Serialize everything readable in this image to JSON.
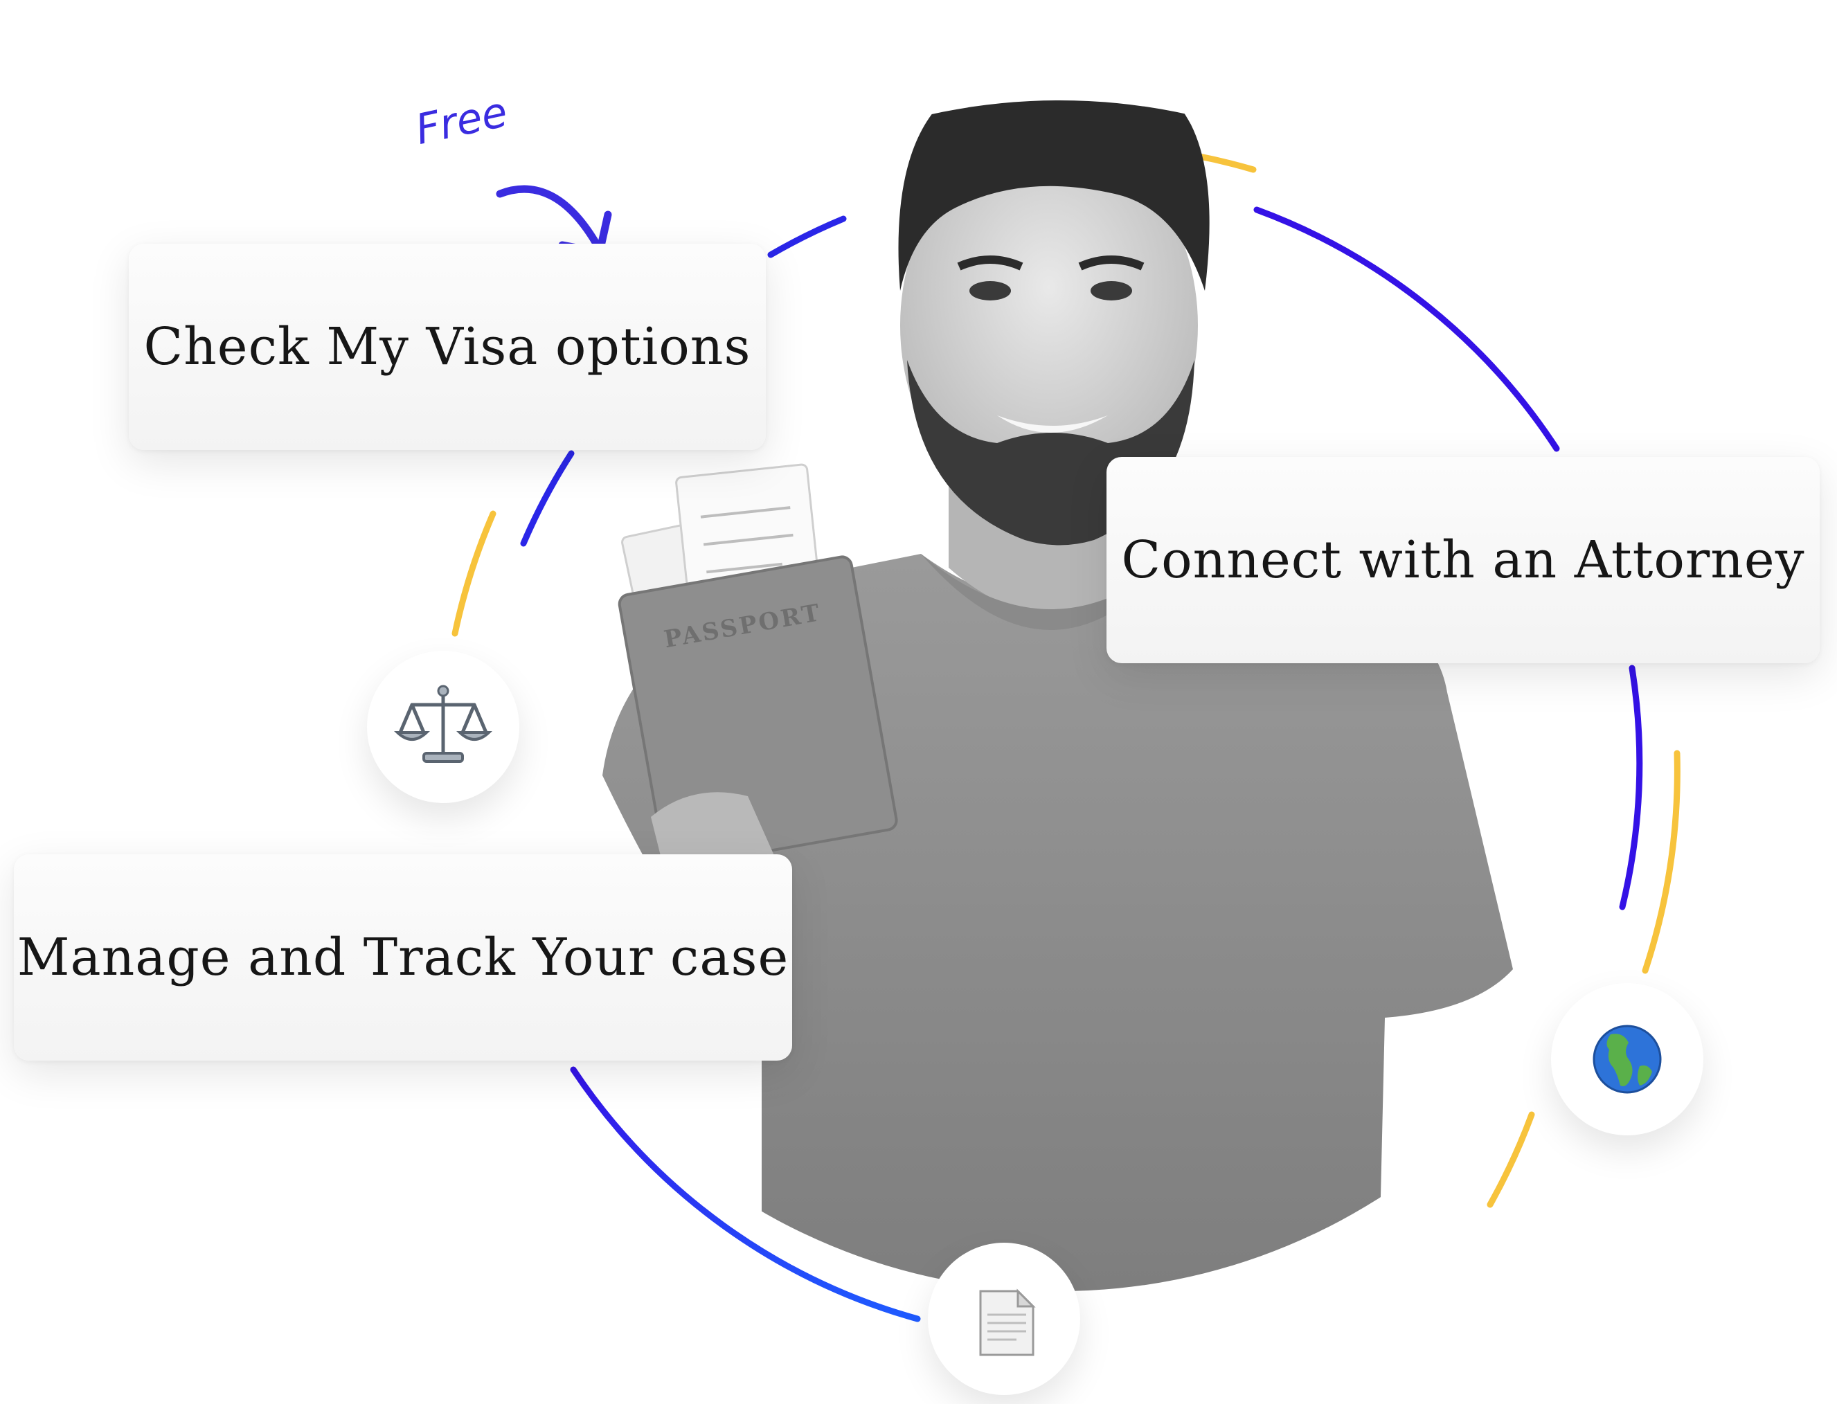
{
  "annotation": {
    "free_label": "Free"
  },
  "cards": {
    "visa": "Check My Visa options",
    "attorney": "Connect with an Attorney",
    "manage": "Manage and Track Your case"
  },
  "passport_label": "PASSPORT",
  "icons": {
    "scales": "balance-scale-icon",
    "globe": "globe-americas-icon",
    "document": "document-icon"
  },
  "colors": {
    "ring_blue": "#3412e6",
    "ring_blue_light": "#1f5bff",
    "ring_yellow": "#f7c33c",
    "annotation": "#3a2ce0"
  }
}
